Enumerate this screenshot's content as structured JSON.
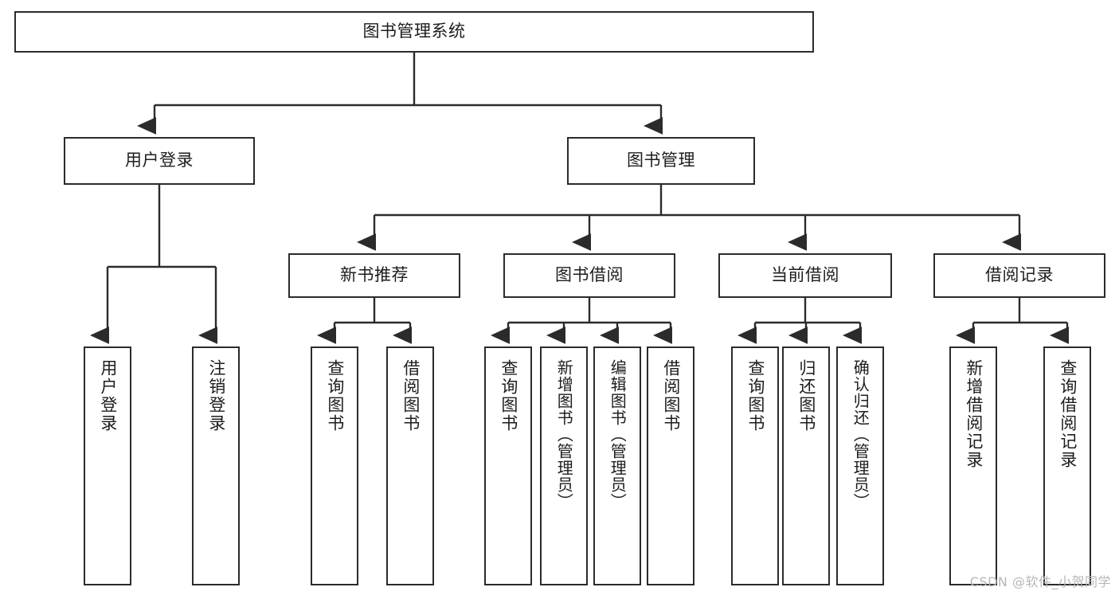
{
  "diagram": {
    "title": "图书管理系统",
    "type": "tree-hierarchy",
    "colors": {
      "box_border": "#2b2b2b",
      "box_fill": "#ffffff",
      "connector": "#2b2b2b",
      "text": "#1d1d1d",
      "watermark": "#b6b6b6",
      "background": "#ffffff"
    },
    "root": {
      "label": "图书管理系统"
    },
    "level2": [
      {
        "id": "user-login",
        "label": "用户登录"
      },
      {
        "id": "book-manage",
        "label": "图书管理"
      }
    ],
    "level3": [
      {
        "id": "new-book-rec",
        "label": "新书推荐"
      },
      {
        "id": "book-borrow",
        "label": "图书借阅"
      },
      {
        "id": "current-borrow",
        "label": "当前借阅"
      },
      {
        "id": "borrow-record",
        "label": "借阅记录"
      }
    ],
    "leaves": {
      "user_login": [
        {
          "id": "leaf-user-login",
          "label": "用户登录"
        },
        {
          "id": "leaf-logout",
          "label": "注销登录"
        }
      ],
      "new_book_rec": [
        {
          "id": "leaf-query-book-1",
          "label": "查询图书"
        },
        {
          "id": "leaf-borrow-book-1",
          "label": "借阅图书"
        }
      ],
      "book_borrow": [
        {
          "id": "leaf-query-book-2",
          "label": "查询图书"
        },
        {
          "id": "leaf-add-book",
          "label": "新增图书（管理员）"
        },
        {
          "id": "leaf-edit-book",
          "label": "编辑图书（管理员）"
        },
        {
          "id": "leaf-borrow-book-2",
          "label": "借阅图书"
        }
      ],
      "current_borrow": [
        {
          "id": "leaf-query-book-3",
          "label": "查询图书"
        },
        {
          "id": "leaf-return-book",
          "label": "归还图书"
        },
        {
          "id": "leaf-confirm-return",
          "label": "确认归还（管理员）"
        }
      ],
      "borrow_record": [
        {
          "id": "leaf-add-record",
          "label": "新增借阅记录"
        },
        {
          "id": "leaf-query-record",
          "label": "查询借阅记录"
        }
      ]
    }
  },
  "watermark": {
    "text": "CSDN @软件_小贺同学"
  }
}
